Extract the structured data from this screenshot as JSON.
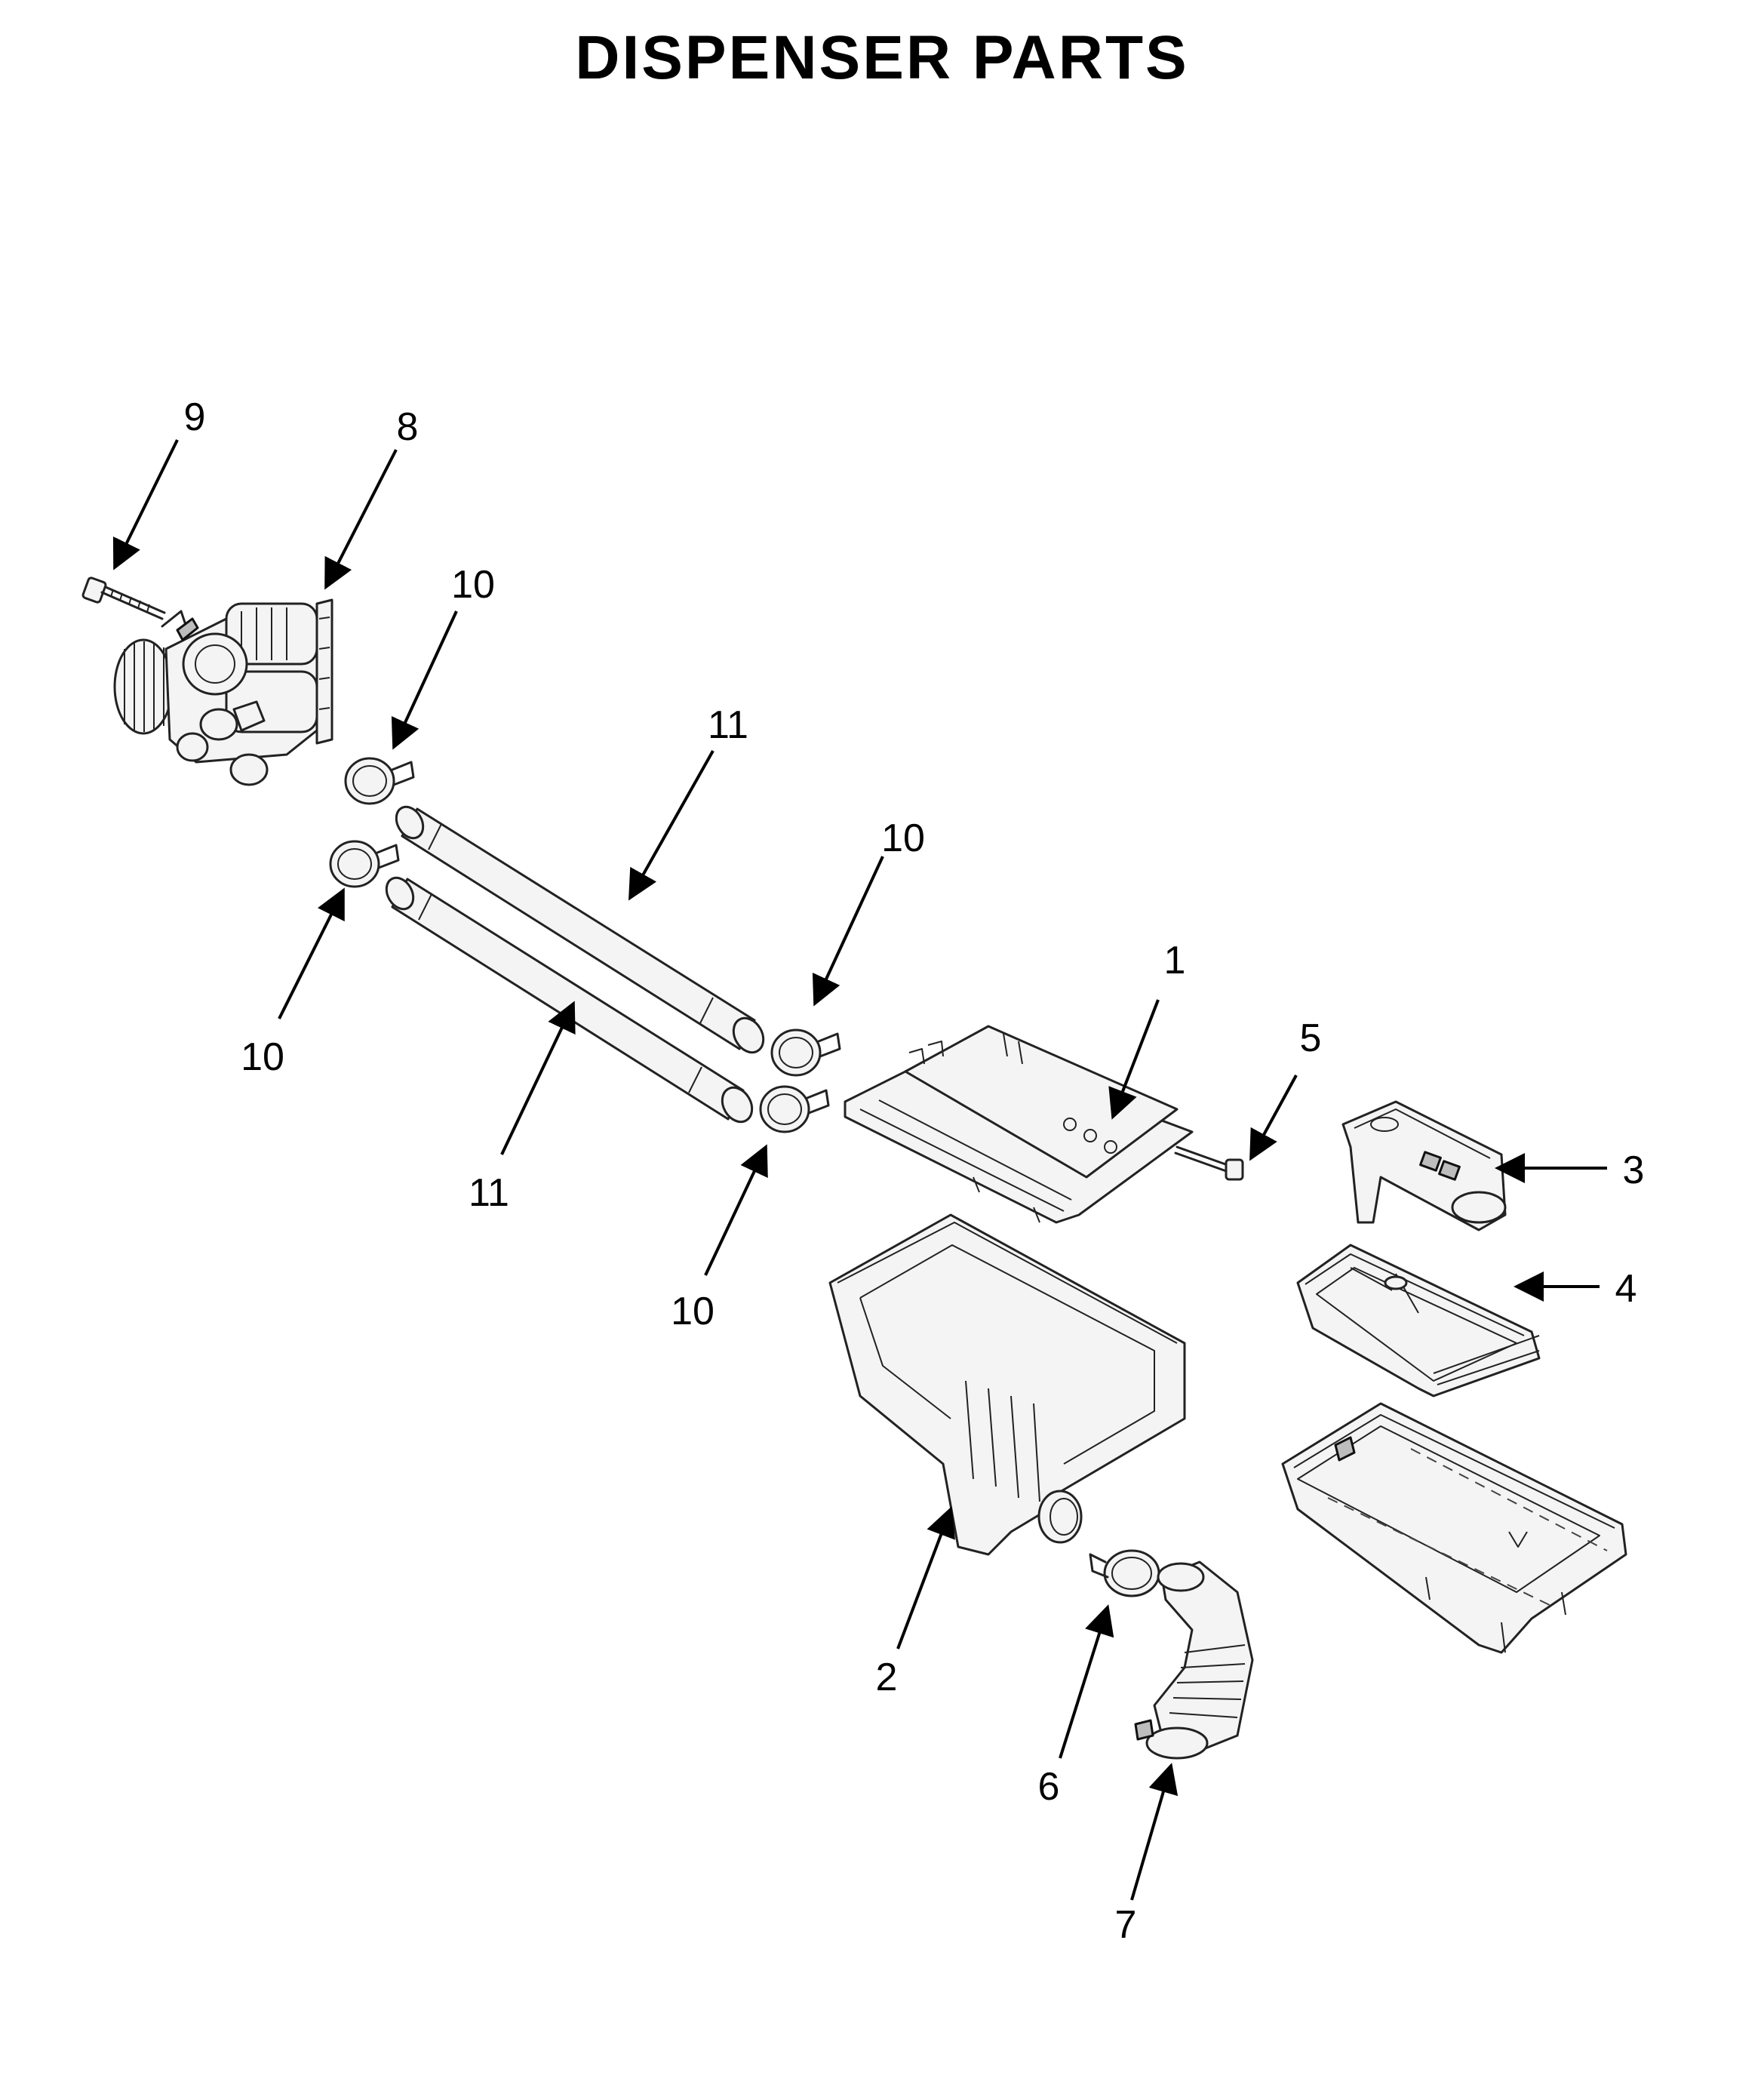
{
  "title": "DISPENSER PARTS",
  "callouts": [
    "1",
    "2",
    "3",
    "4",
    "5",
    "6",
    "7",
    "8",
    "9",
    "10",
    "10",
    "10",
    "10",
    "11",
    "11"
  ]
}
